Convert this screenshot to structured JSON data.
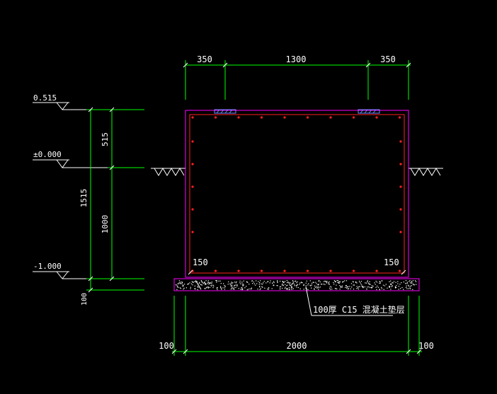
{
  "drawing": {
    "top_dims": {
      "left": "350",
      "mid": "1300",
      "right": "350"
    },
    "bottom_dims": {
      "left": "100",
      "mid": "2000",
      "right": "100"
    },
    "left_dims": {
      "upper": "515",
      "mid": "1000",
      "total": "1515",
      "bottom": "100"
    },
    "levels": {
      "top": "0.515",
      "zero": "±0.000",
      "bottom": "-1.000"
    },
    "corner_labels": {
      "left": "150",
      "right": "150"
    },
    "callout": "100厚 C15 混凝土垫层",
    "colors": {
      "background": "#000000",
      "dimension": "#00ff00",
      "outline": "#ff00ff",
      "rebar": "#ff2020",
      "text": "#ffffff"
    }
  }
}
